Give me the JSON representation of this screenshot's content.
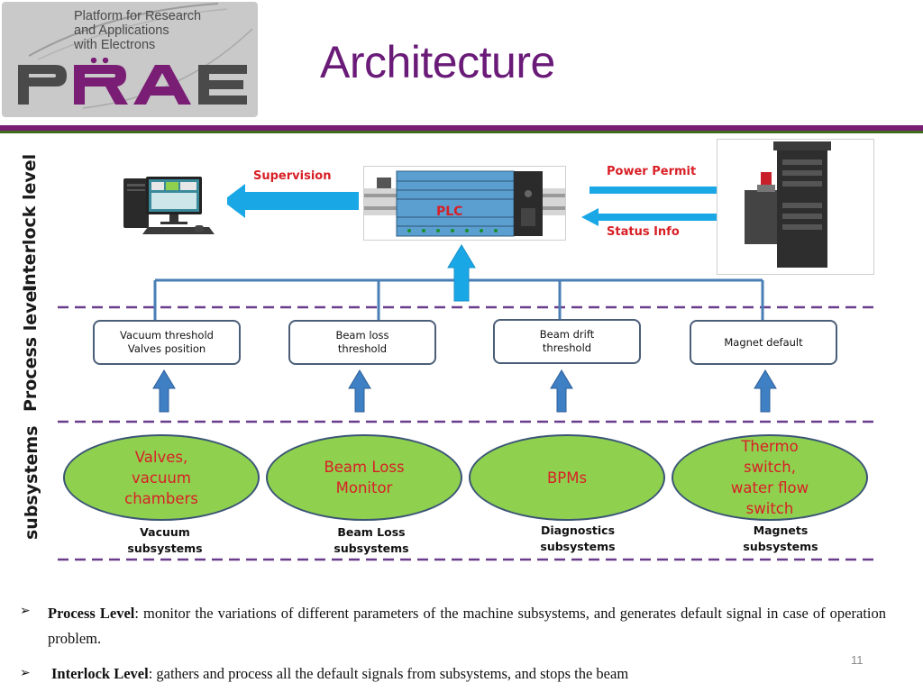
{
  "logo": {
    "tagline": "Platform for Research\nand Applications\nwith Electrons",
    "wordmark": "PRAE"
  },
  "title": "Architecture",
  "levels": {
    "interlock": "Interlock level",
    "process": "Process level",
    "subsystems": "subsystems"
  },
  "top_row": {
    "supervision_label": "Supervision",
    "plc_label": "PLC",
    "power_permit_label": "Power Permit",
    "status_info_label": "Status Info"
  },
  "process_boxes": [
    {
      "label": "Vacuum threshold\nValves position"
    },
    {
      "label": "Beam loss\nthreshold"
    },
    {
      "label": "Beam drift\nthreshold"
    },
    {
      "label": "Magnet default"
    }
  ],
  "subsystems": [
    {
      "label": "Valves,\nvacuum\nchambers",
      "caption": "Vacuum\nsubsystems"
    },
    {
      "label": "Beam Loss\nMonitor",
      "caption": "Beam Loss\nsubsystems"
    },
    {
      "label": "BPMs",
      "caption": "Diagnostics\nsubsystems"
    },
    {
      "label": "Thermo\nswitch,\nwater flow\nswitch",
      "caption": "Magnets\nsubsystems"
    }
  ],
  "bullets": [
    {
      "marker": "➢",
      "term": "Process Level",
      "text": ": monitor the variations of different parameters of the machine subsystems, and generates default signal in case of operation problem."
    },
    {
      "marker": "➢",
      "term": "Interlock Level",
      "text": ": gathers and process all the default signals from subsystems, and stops the beam"
    }
  ],
  "page_number": "11",
  "colors": {
    "title": "#6a1b78",
    "divider": "#7a1d75",
    "ellipse_fill": "#8fd14f",
    "arrow_label": "#d81f26",
    "cyan_arrow": "#1aa7e6",
    "blue_arrow": "#3f7fc4",
    "dashed_line": "#6a3d8c"
  }
}
